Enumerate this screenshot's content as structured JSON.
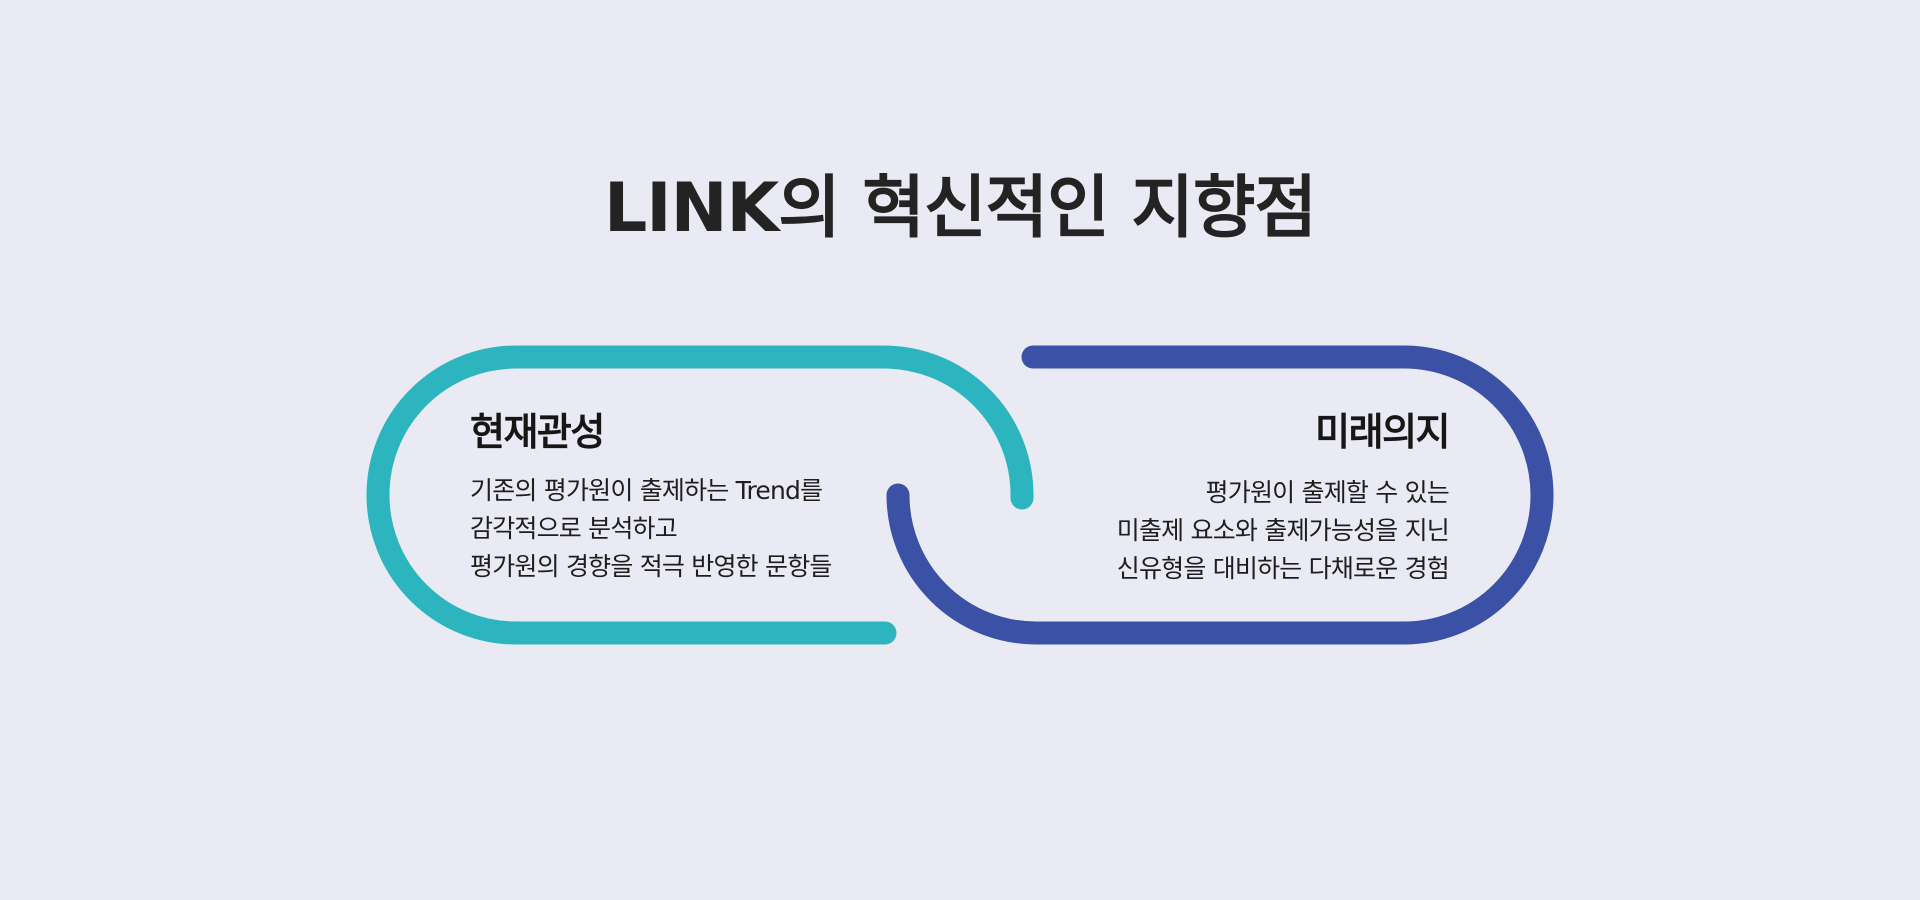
{
  "title": "LINK의 혁신적인 지향점",
  "colors": {
    "background": "#e9eaf3",
    "present_link": "#2cb5bf",
    "future_link": "#3a51a6",
    "text": "#1e1e1e"
  },
  "cards": {
    "present": {
      "title": "현재관성",
      "lines": [
        "기존의 평가원이 출제하는 Trend를",
        "감각적으로 분석하고",
        "평가원의 경향을 적극 반영한 문항들"
      ]
    },
    "future": {
      "title": "미래의지",
      "lines": [
        "평가원이 출제할 수 있는",
        "미출제 요소와 출제가능성을 지닌",
        "신유형을 대비하는 다채로운 경험"
      ]
    }
  }
}
